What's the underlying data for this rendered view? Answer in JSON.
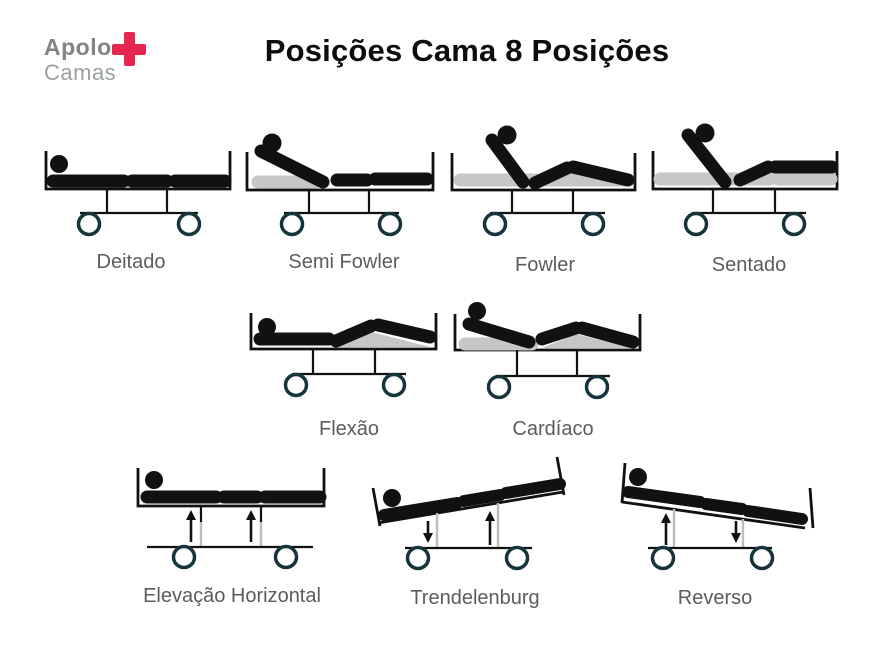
{
  "logo": {
    "line1": "Apolo",
    "line2": "Camas",
    "cross_icon": "medical-cross"
  },
  "title": "Posições Cama 8 Posições",
  "theme": {
    "ink": "#111111",
    "mattress": "#c6c6c6",
    "wheel": "#16343c",
    "label": "#5c5c5c",
    "cross": "#e62550",
    "logo_primary": "#838383",
    "logo_secondary": "#9aa0a0",
    "background": "#ffffff"
  },
  "positions": [
    {
      "id": "deitado",
      "label": "Deitado"
    },
    {
      "id": "semi-fowler",
      "label": "Semi Fowler"
    },
    {
      "id": "fowler",
      "label": "Fowler"
    },
    {
      "id": "sentado",
      "label": "Sentado"
    },
    {
      "id": "flexao",
      "label": "Flexão"
    },
    {
      "id": "cardiaco",
      "label": "Cardíaco"
    },
    {
      "id": "elevacao-horizontal",
      "label": "Elevação Horizontal"
    },
    {
      "id": "trendelenburg",
      "label": "Trendelenburg"
    },
    {
      "id": "reverso",
      "label": "Reverso"
    }
  ]
}
